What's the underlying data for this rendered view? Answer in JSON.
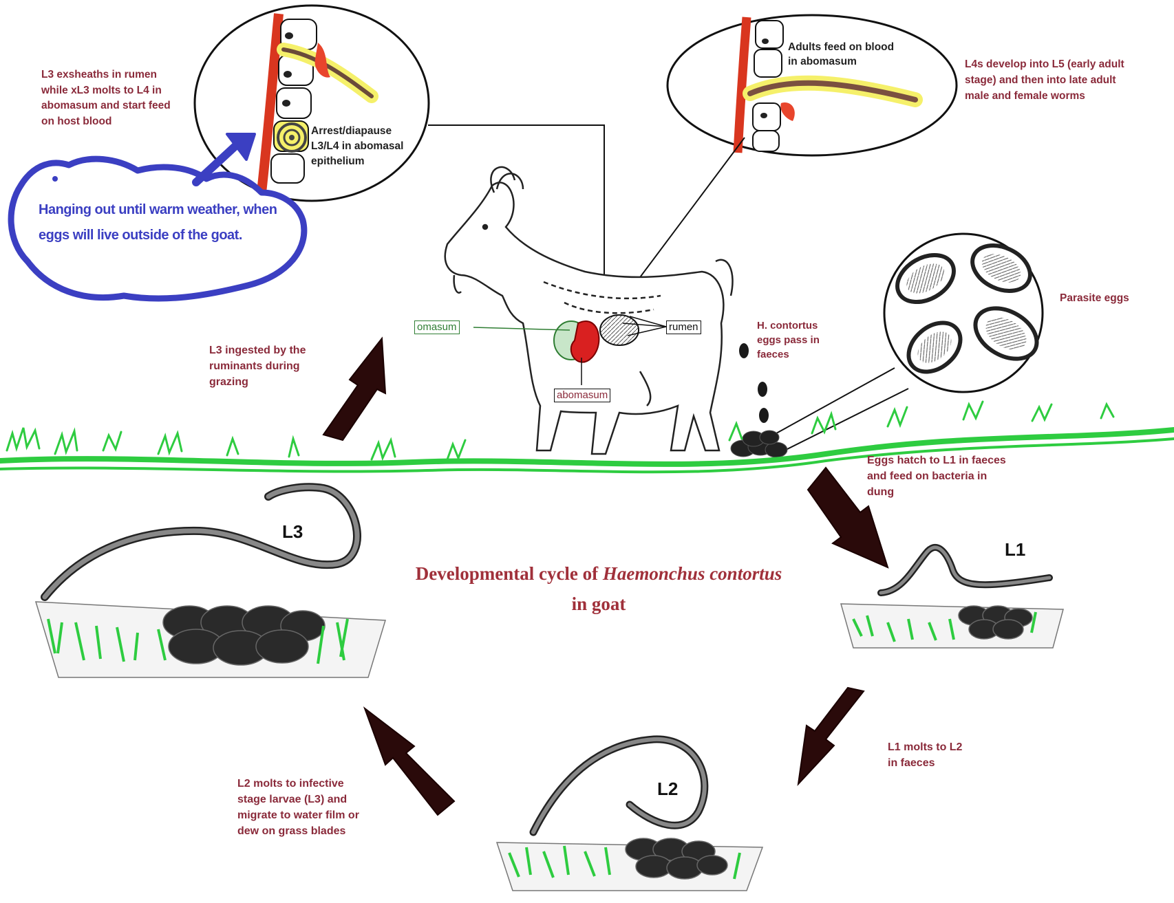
{
  "colors": {
    "annotation_blue": "#3b3fc2",
    "grass_green": "#2ecc40",
    "label_red": "#8a2a3a",
    "arrow_dark": "#2a0a0a",
    "blood_red": "#e8452c",
    "highlight_yellow": "#f5f06a"
  },
  "title": {
    "line1_prefix": "Developmental cycle of ",
    "line1_species": "Haemonchus contortus",
    "line2": "in goat"
  },
  "annotation_note": "Hanging out until warm weather, when eggs will live outside of the goat.",
  "labels": {
    "l3_exsheath": "L3 exsheaths in rumen\nwhile xL3 molts to L4 in\nabomasum and start feed\non host blood",
    "arrest": "Arrest/diapause\nL3/L4 in abomasal\nepithelium",
    "adults_feed": "Adults feed on blood\nin abomasum",
    "l4_develop": "L4s develop into L5 (early adult\nstage) and then into late adult\nmale and female worms",
    "parasite_eggs": "Parasite eggs",
    "eggs_pass": "H. contortus\neggs pass in\nfaeces",
    "l3_ingested": "L3 ingested by the\nruminants during\ngrazing",
    "eggs_hatch": "Eggs hatch to L1 in faeces\nand feed on bacteria in\ndung",
    "l1_molts": "L1 molts to L2\nin faeces",
    "l2_molts": "L2 molts to infective\nstage larvae (L3) and\nmigrate to water film or\ndew on grass blades"
  },
  "organs": {
    "omasum": "omasum",
    "rumen": "rumen",
    "abomasum": "abomasum"
  },
  "stages": {
    "l1": "L1",
    "l2": "L2",
    "l3": "L3"
  }
}
